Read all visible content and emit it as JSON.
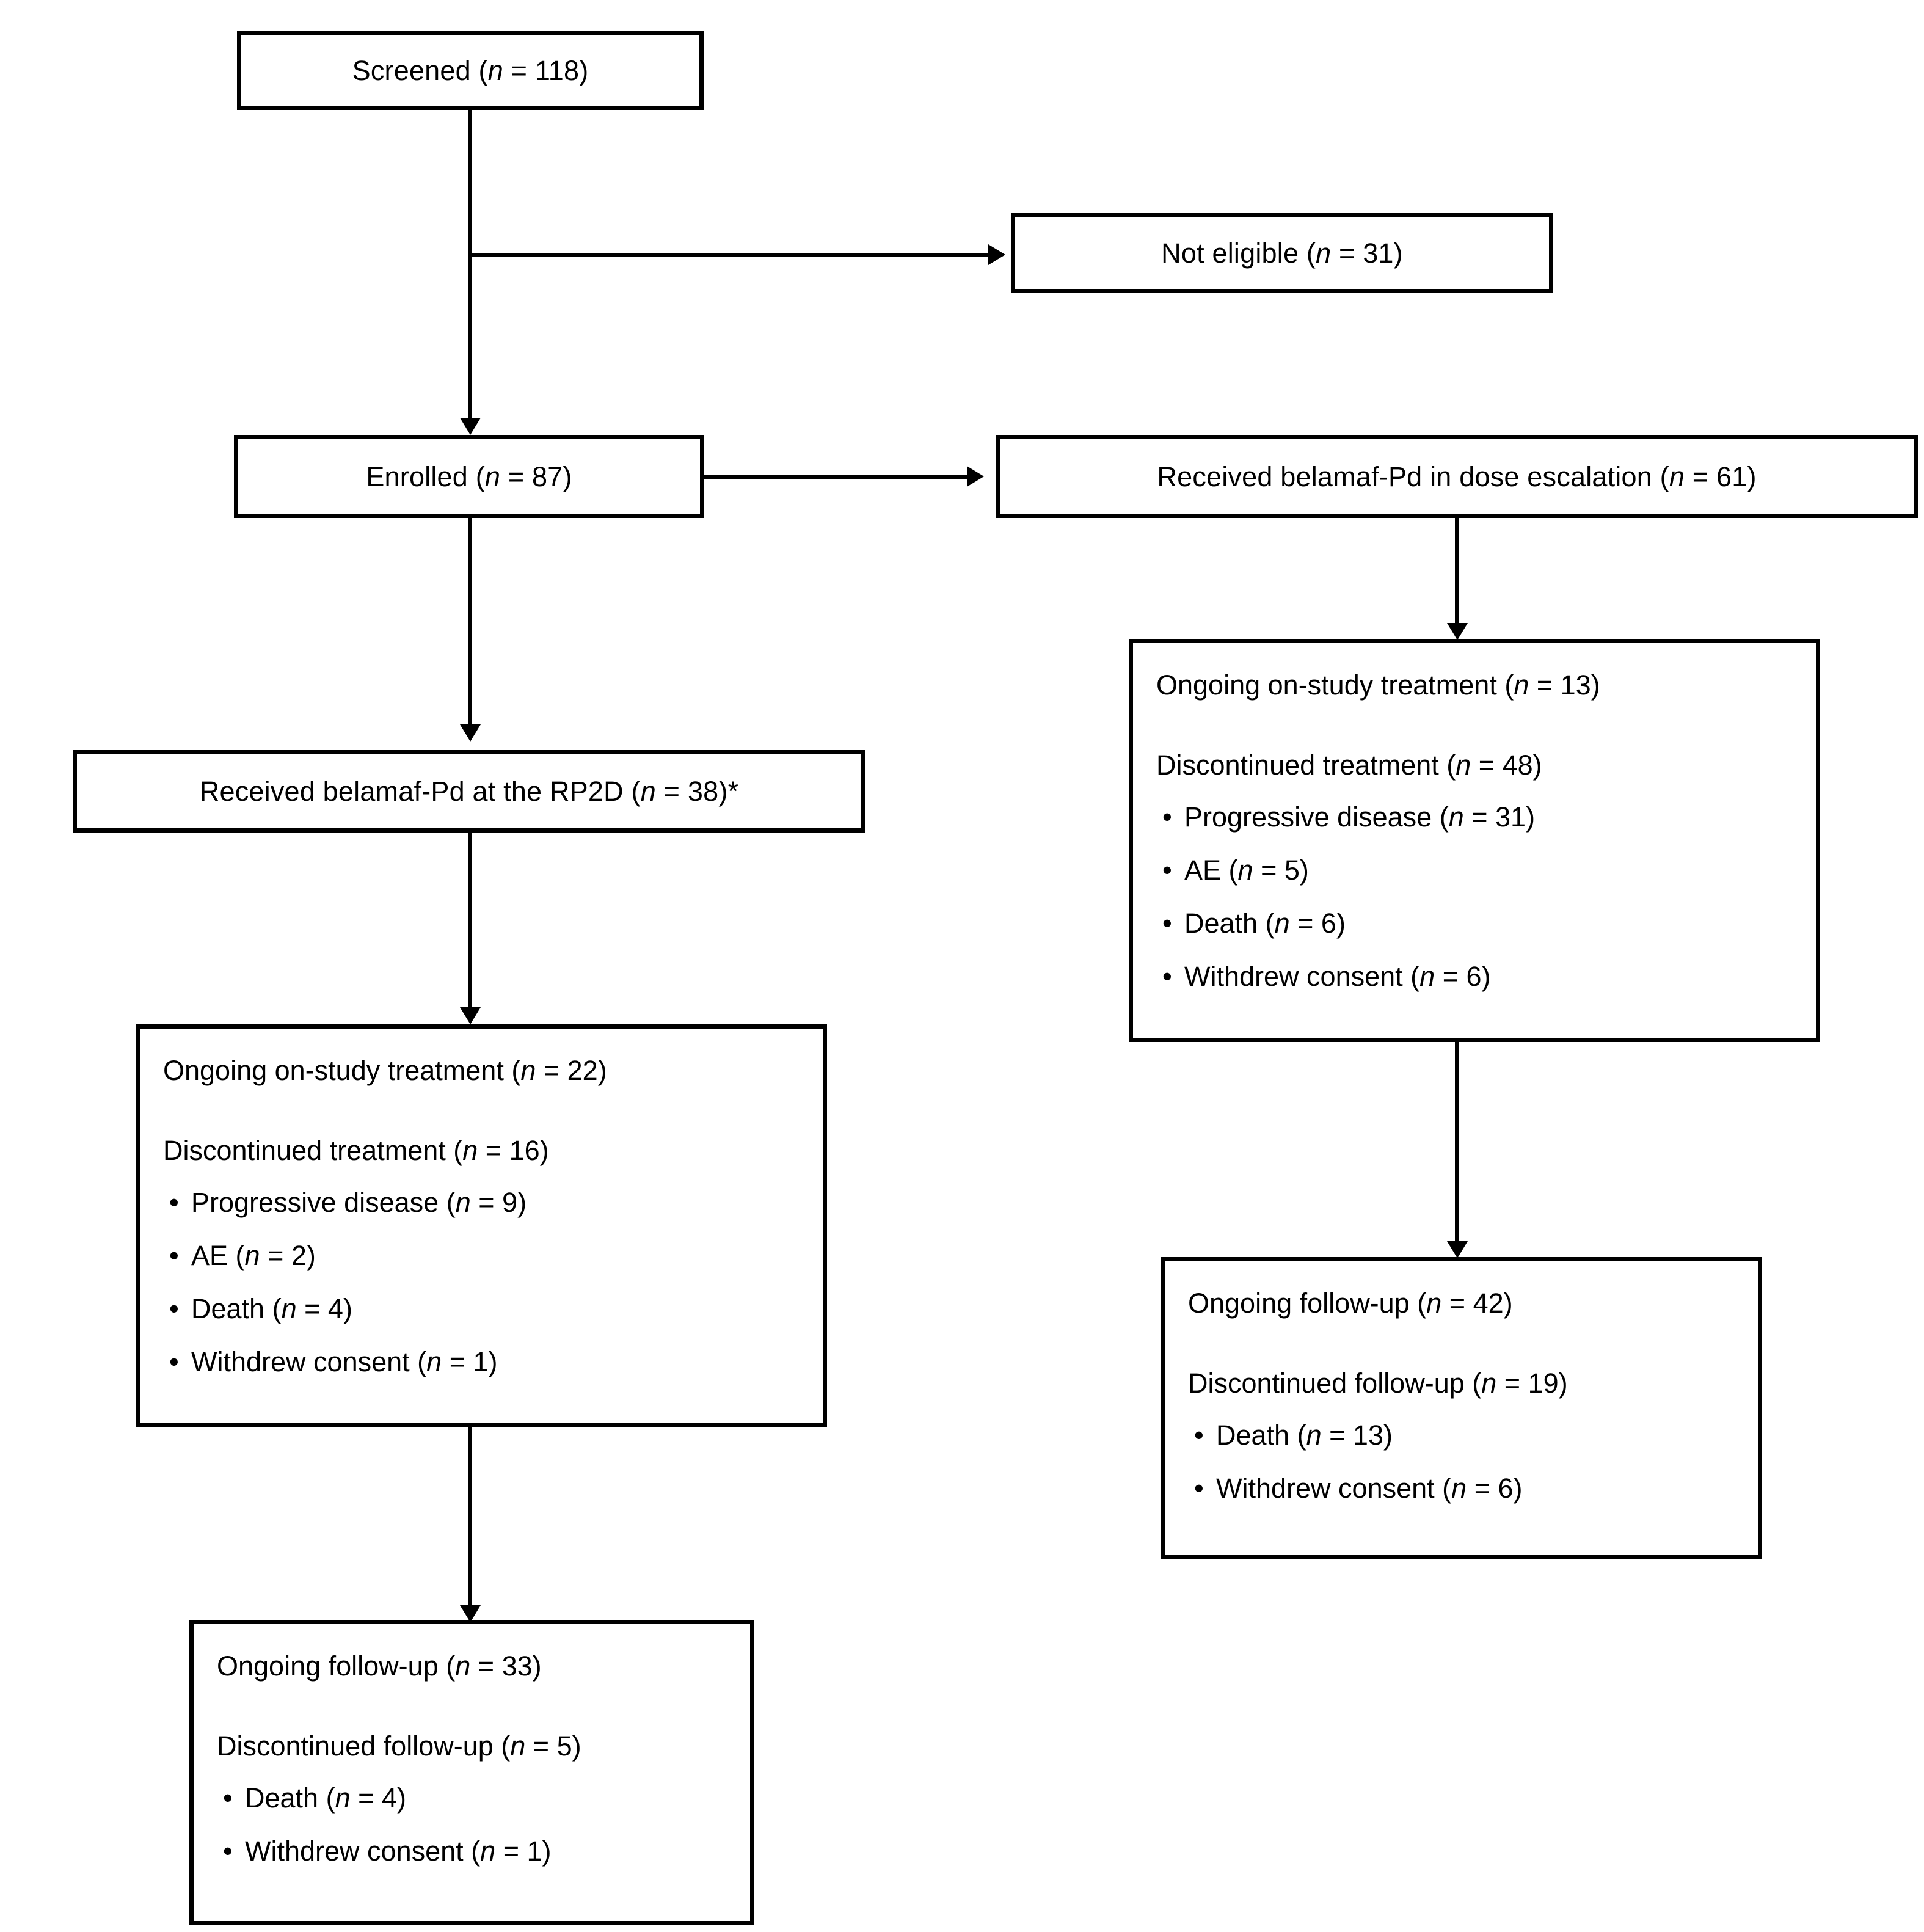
{
  "diagram": {
    "type": "consort-participant-flow-diagram",
    "title": "",
    "nodes": {
      "screened": {
        "label": "Screened (n = 118)",
        "text_plain": "Screened",
        "n_label": "n",
        "n_value": "118"
      },
      "not_eligible": {
        "label": "Not eligible (n = 31)",
        "text_plain": "Not eligible",
        "n_label": "n",
        "n_value": "31"
      },
      "enrolled": {
        "label": "Enrolled (n = 87)",
        "text_plain": "Enrolled",
        "n_label": "n",
        "n_value": "87"
      },
      "dose_escalation": {
        "label": "Received belamaf-Pd in dose escalation (n = 61)",
        "text_plain": "Received belamaf-Pd in dose escalation",
        "n_label": "n",
        "n_value": "61"
      },
      "rp2d": {
        "label": "Received belamaf-Pd at the RP2D (n = 38)*",
        "text_plain": "Received belamaf-Pd at the RP2D",
        "n_label": "n",
        "n_value": "38",
        "footnote_marker": "*"
      },
      "esc_treatment": {
        "ongoing_text": "Ongoing on-study treatment",
        "ongoing_n": "13",
        "disc_text": "Discontinued treatment",
        "disc_n": "48",
        "reasons": [
          {
            "text": "Progressive disease",
            "n": "31"
          },
          {
            "text": "AE",
            "n": "5"
          },
          {
            "text": "Death",
            "n": "6"
          },
          {
            "text": "Withdrew consent",
            "n": "6"
          }
        ]
      },
      "rp2d_treatment": {
        "ongoing_text": "Ongoing on-study treatment",
        "ongoing_n": "22",
        "disc_text": "Discontinued treatment",
        "disc_n": "16",
        "reasons": [
          {
            "text": "Progressive disease",
            "n": "9"
          },
          {
            "text": "AE",
            "n": "2"
          },
          {
            "text": "Death",
            "n": "4"
          },
          {
            "text": "Withdrew consent",
            "n": "1"
          }
        ]
      },
      "esc_followup": {
        "ongoing_text": "Ongoing follow-up",
        "ongoing_n": "42",
        "disc_text": "Discontinued follow-up",
        "disc_n": "19",
        "reasons": [
          {
            "text": "Death",
            "n": "13"
          },
          {
            "text": "Withdrew consent",
            "n": "6"
          }
        ]
      },
      "rp2d_followup": {
        "ongoing_text": "Ongoing follow-up",
        "ongoing_n": "33",
        "disc_text": "Discontinued follow-up",
        "disc_n": "5",
        "reasons": [
          {
            "text": "Death",
            "n": "4"
          },
          {
            "text": "Withdrew consent",
            "n": "1"
          }
        ]
      }
    },
    "edges": [
      {
        "from": "screened",
        "to": "not_eligible",
        "direction": "right"
      },
      {
        "from": "screened",
        "to": "enrolled",
        "direction": "down"
      },
      {
        "from": "enrolled",
        "to": "dose_escalation",
        "direction": "right"
      },
      {
        "from": "enrolled",
        "to": "rp2d",
        "direction": "down"
      },
      {
        "from": "dose_escalation",
        "to": "esc_treatment",
        "direction": "down"
      },
      {
        "from": "esc_treatment",
        "to": "esc_followup",
        "direction": "down"
      },
      {
        "from": "rp2d",
        "to": "rp2d_treatment",
        "direction": "down"
      },
      {
        "from": "rp2d_treatment",
        "to": "rp2d_followup",
        "direction": "down"
      }
    ],
    "style": {
      "border_color": "#000000",
      "background_color": "#ffffff",
      "text_color": "#000000",
      "bullet_glyph": "•"
    }
  }
}
